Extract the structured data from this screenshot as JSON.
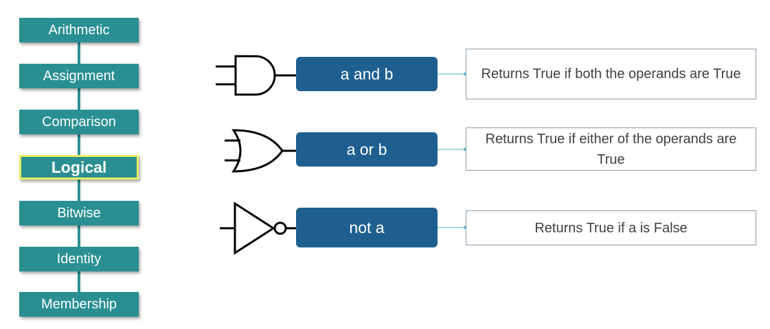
{
  "nav": {
    "items": [
      {
        "label": "Arithmetic"
      },
      {
        "label": "Assignment"
      },
      {
        "label": "Comparison"
      },
      {
        "label": "Logical",
        "active": true
      },
      {
        "label": "Bitwise"
      },
      {
        "label": "Identity"
      },
      {
        "label": "Membership"
      }
    ]
  },
  "operators": [
    {
      "expr": "a and b",
      "gate": "and-gate-icon",
      "desc": "Returns True if both the operands are True"
    },
    {
      "expr": "a or b",
      "gate": "or-gate-icon",
      "desc": "Returns True if either of the operands are True"
    },
    {
      "expr": "not a",
      "gate": "not-gate-icon",
      "desc": "Returns True if a is False"
    }
  ],
  "colors": {
    "nav": "#2a8f92",
    "nav_active_border": "#e8ef63",
    "operator": "#1f5f8f",
    "desc_border": "#8a9aa8"
  }
}
